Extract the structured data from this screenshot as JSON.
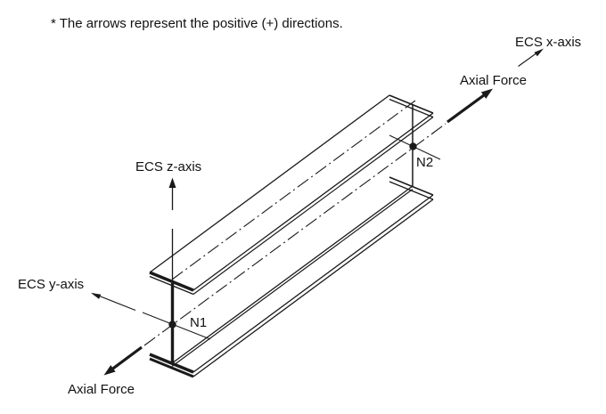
{
  "note": "* The arrows represent the positive (+) directions.",
  "labels": {
    "ecs_x_axis": "ECS x-axis",
    "ecs_y_axis": "ECS y-axis",
    "ecs_z_axis": "ECS z-axis",
    "axial_force_top": "Axial Force",
    "axial_force_bottom": "Axial Force",
    "node_n1": "N1",
    "node_n2": "N2"
  },
  "colors": {
    "line": "#1a1a1a",
    "text": "#111111",
    "background": "#ffffff"
  }
}
